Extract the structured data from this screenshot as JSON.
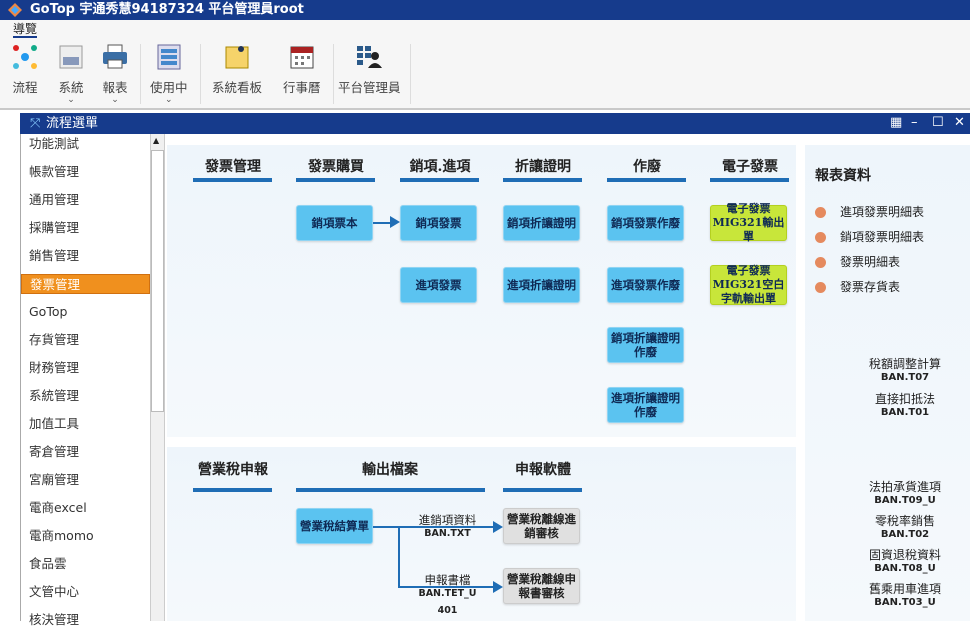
{
  "app": {
    "title": "GoTop 宇通秀慧94187324 平台管理員root"
  },
  "toolbar": {
    "nav_tab": "導覽",
    "buttons": [
      {
        "label": "流程",
        "icon": "flow-dots-icon"
      },
      {
        "label": "系統",
        "icon": "system-icon",
        "dropdown": true
      },
      {
        "label": "報表",
        "icon": "printer-icon",
        "dropdown": true
      },
      {
        "label": "使用中",
        "icon": "list-icon",
        "dropdown": true
      },
      {
        "label": "系統看板",
        "icon": "bulletin-board-icon"
      },
      {
        "label": "行事曆",
        "icon": "calendar-icon"
      },
      {
        "label": "平台管理員",
        "icon": "admin-icon"
      }
    ]
  },
  "window": {
    "title": "流程選單"
  },
  "sidebar": {
    "items": [
      "功能測試",
      "帳款管理",
      "通用管理",
      "採購管理",
      "銷售管理",
      "發票管理",
      "GoTop",
      "存貨管理",
      "財務管理",
      "系統管理",
      "加值工具",
      "寄倉管理",
      "宮廟管理",
      "電商excel",
      "電商momo",
      "食品雲",
      "文管中心",
      "核決管理"
    ],
    "selected": "發票管理"
  },
  "flow": {
    "headers": [
      "發票管理",
      "發票購買",
      "銷項.進項",
      "折讓證明",
      "作廢",
      "電子發票"
    ],
    "boxes": {
      "sales_ticket": "銷項票本",
      "sales_invoice": "銷項發票",
      "purchase_invoice": "進項發票",
      "sales_allow": "銷項折讓證明",
      "purchase_allow": "進項折讓證明",
      "void_sales": "銷項發票作廢",
      "void_purchase": "進項發票作廢",
      "void_sales_allow": "銷項折讓證明作廢",
      "void_purchase_allow": "進項折讓證明作廢",
      "einv1": "電子發票MIG321輸出單",
      "einv2": "電子發票MIG321空白字軌輸出單"
    }
  },
  "tax": {
    "headers": [
      "營業稅申報",
      "輸出檔案",
      "申報軟體"
    ],
    "settle": "營業稅結算單",
    "out1_label": "進銷項資料",
    "out1_file": "BAN.TXT",
    "out2_label": "申報書檔",
    "out2_file": "BAN.TET_U",
    "out2_file2": "401",
    "soft1": "營業稅離線進銷審核",
    "soft2": "營業稅離線申報書審核"
  },
  "reports": {
    "title": "報表資料",
    "items": [
      "進項發票明細表",
      "銷項發票明細表",
      "發票明細表",
      "發票存貨表"
    ],
    "codes": [
      {
        "name": "稅額調整計算",
        "code": "BAN.T07"
      },
      {
        "name": "直接扣抵法",
        "code": "BAN.T01"
      },
      {
        "name": "法拍承貨進項",
        "code": "BAN.T09_U"
      },
      {
        "name": "零稅率銷售",
        "code": "BAN.T02"
      },
      {
        "name": "固資退稅資料",
        "code": "BAN.T08_U"
      },
      {
        "name": "舊乘用車進項",
        "code": "BAN.T03_U"
      }
    ]
  },
  "colors": {
    "titlebar": "#163b8c",
    "selected": "#f0901e",
    "box": "#5bc3f0",
    "green": "#c8e63a",
    "dot": "#e58a5e"
  }
}
